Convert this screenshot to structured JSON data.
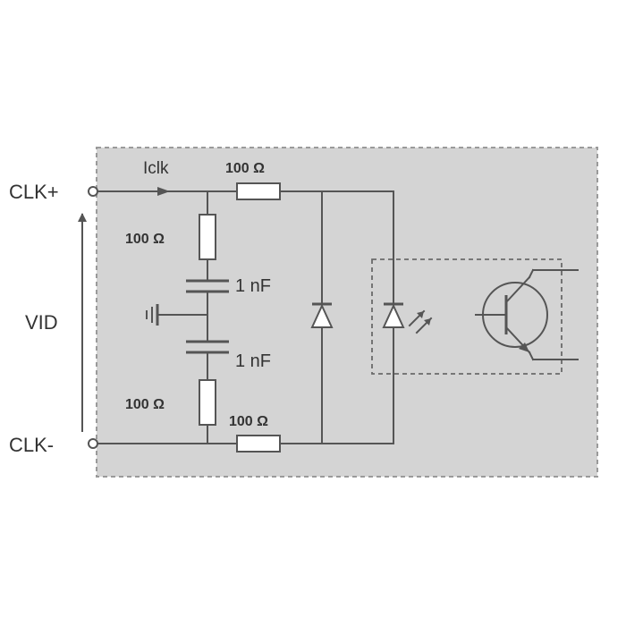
{
  "terminals": {
    "clk_plus": "CLK+",
    "clk_minus": "CLK-",
    "voltage": "VID"
  },
  "current": {
    "label": "Iclk"
  },
  "components": {
    "r_series_top": "100 Ω",
    "r_shunt_top": "100 Ω",
    "c_top": "1 nF",
    "c_bottom": "1 nF",
    "r_shunt_bottom": "100 Ω",
    "r_series_bottom": "100 Ω"
  },
  "colors": {
    "module_fill": "#d4d4d4",
    "module_border": "#9a9a9a",
    "wire": "#555555",
    "text": "#333333"
  },
  "icons": [
    "ground-icon",
    "diode-icon",
    "led-icon",
    "phototransistor-icon"
  ]
}
